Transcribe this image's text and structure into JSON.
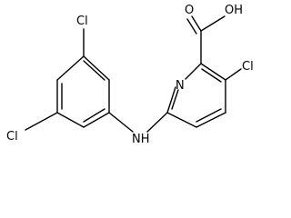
{
  "molecule": {
    "atoms": {
      "cl_top": "Cl",
      "cl_left": "Cl",
      "amine": "NH",
      "ring_nitrogen": "N",
      "hydroxyl": "OH",
      "carbonyl_oxygen": "O",
      "cl_right": "Cl"
    }
  }
}
